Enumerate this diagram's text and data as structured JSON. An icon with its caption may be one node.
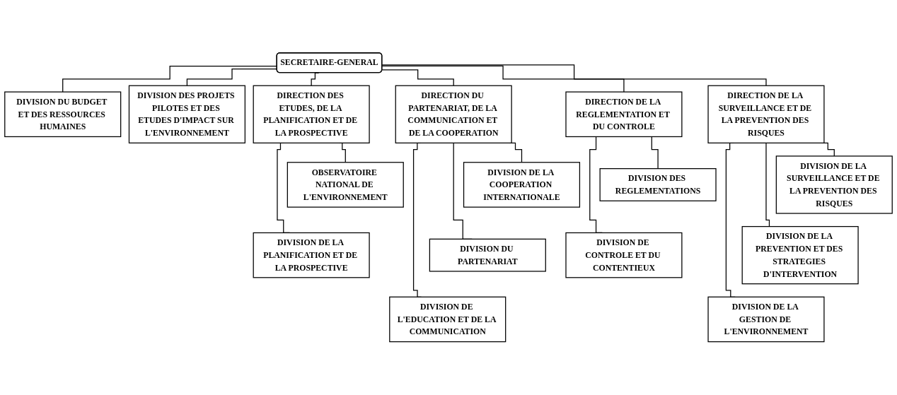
{
  "diagram": {
    "nodes": [
      {
        "text": [
          "SECRETAIRE-GENERAL"
        ]
      },
      {
        "text": [
          "DIVISION DU BUDGET ET DES RESSOURCES HUMAINES"
        ]
      },
      {
        "text": [
          "DIVISION DES PROJETS PILOTES ET DES ETUDES D'IMPACT SUR L'ENVIRONNEMENT"
        ]
      },
      {
        "text": [
          "DIRECTION DES ETUDES, DE LA PLANIFICATION ET DE LA PROSPECTIVE"
        ]
      },
      {
        "text": [
          "DIRECTION DU PARTENARIAT, DE LA COMMUNICATION ET DE LA COOPERATION"
        ]
      },
      {
        "text": [
          "DIRECTION DE LA SURVEILLANCE ET DE LA PREVENTION DES RISQUES"
        ]
      },
      {
        "text": [
          "DIRECTION DE LA REGLEMENTATION ET DU CONTROLE"
        ]
      },
      {
        "text": [
          "OBSERVATOIRE NATIONAL DE L'ENVIRONNEMENT"
        ]
      },
      {
        "text": [
          "DIVISION DE LA PLANIFICATION ET DE LA PROSPECTIVE"
        ]
      },
      {
        "text": [
          "DIVISION DE LA COOPERATION INTERNATIONALE"
        ]
      },
      {
        "text": [
          "DIVISION DU PARTENARIAT"
        ]
      },
      {
        "text": [
          "DIVISION DE L'EDUCATION ET DE LA COMMUNICATION"
        ]
      },
      {
        "text": [
          "DIVISION DE LA SURVEILLANCE ET DE LA PREVENTION DES RISQUES"
        ]
      },
      {
        "text": [
          "DIVISION DE LA PREVENTION ET DES STRATEGIES D'INTERVENTION"
        ]
      },
      {
        "text": [
          "DIVISION DE LA GESTION DE L'ENVIRONNEMENT"
        ]
      },
      {
        "text": [
          "DIVISION DES REGLEMENTATIONS"
        ]
      },
      {
        "text": [
          "DIVISION DE CONTROLE ET DU CONTENTIEUX"
        ]
      }
    ],
    "edges": [
      {
        "from": 0,
        "to": 1,
        "arrow": "none"
      },
      {
        "from": 0,
        "to": 2,
        "arrow": "none"
      },
      {
        "from": 0,
        "to": 3,
        "arrow": "none"
      },
      {
        "from": 0,
        "to": 4,
        "arrow": "none"
      },
      {
        "from": 0,
        "to": 5,
        "arrow": "none"
      },
      {
        "from": 0,
        "to": 6,
        "arrow": "none"
      },
      {
        "from": 3,
        "to": 7,
        "arrow": "none"
      },
      {
        "from": 3,
        "to": 8,
        "arrow": "none"
      },
      {
        "from": 4,
        "to": 9,
        "arrow": "none"
      },
      {
        "from": 4,
        "to": 10,
        "arrow": "none"
      },
      {
        "from": 4,
        "to": 11,
        "arrow": "none"
      },
      {
        "from": 5,
        "to": 12,
        "arrow": "none"
      },
      {
        "from": 5,
        "to": 13,
        "arrow": "none"
      },
      {
        "from": 5,
        "to": 14,
        "arrow": "none"
      },
      {
        "from": 6,
        "to": 15,
        "arrow": "none"
      },
      {
        "from": 6,
        "to": 16,
        "arrow": "none"
      }
    ]
  }
}
